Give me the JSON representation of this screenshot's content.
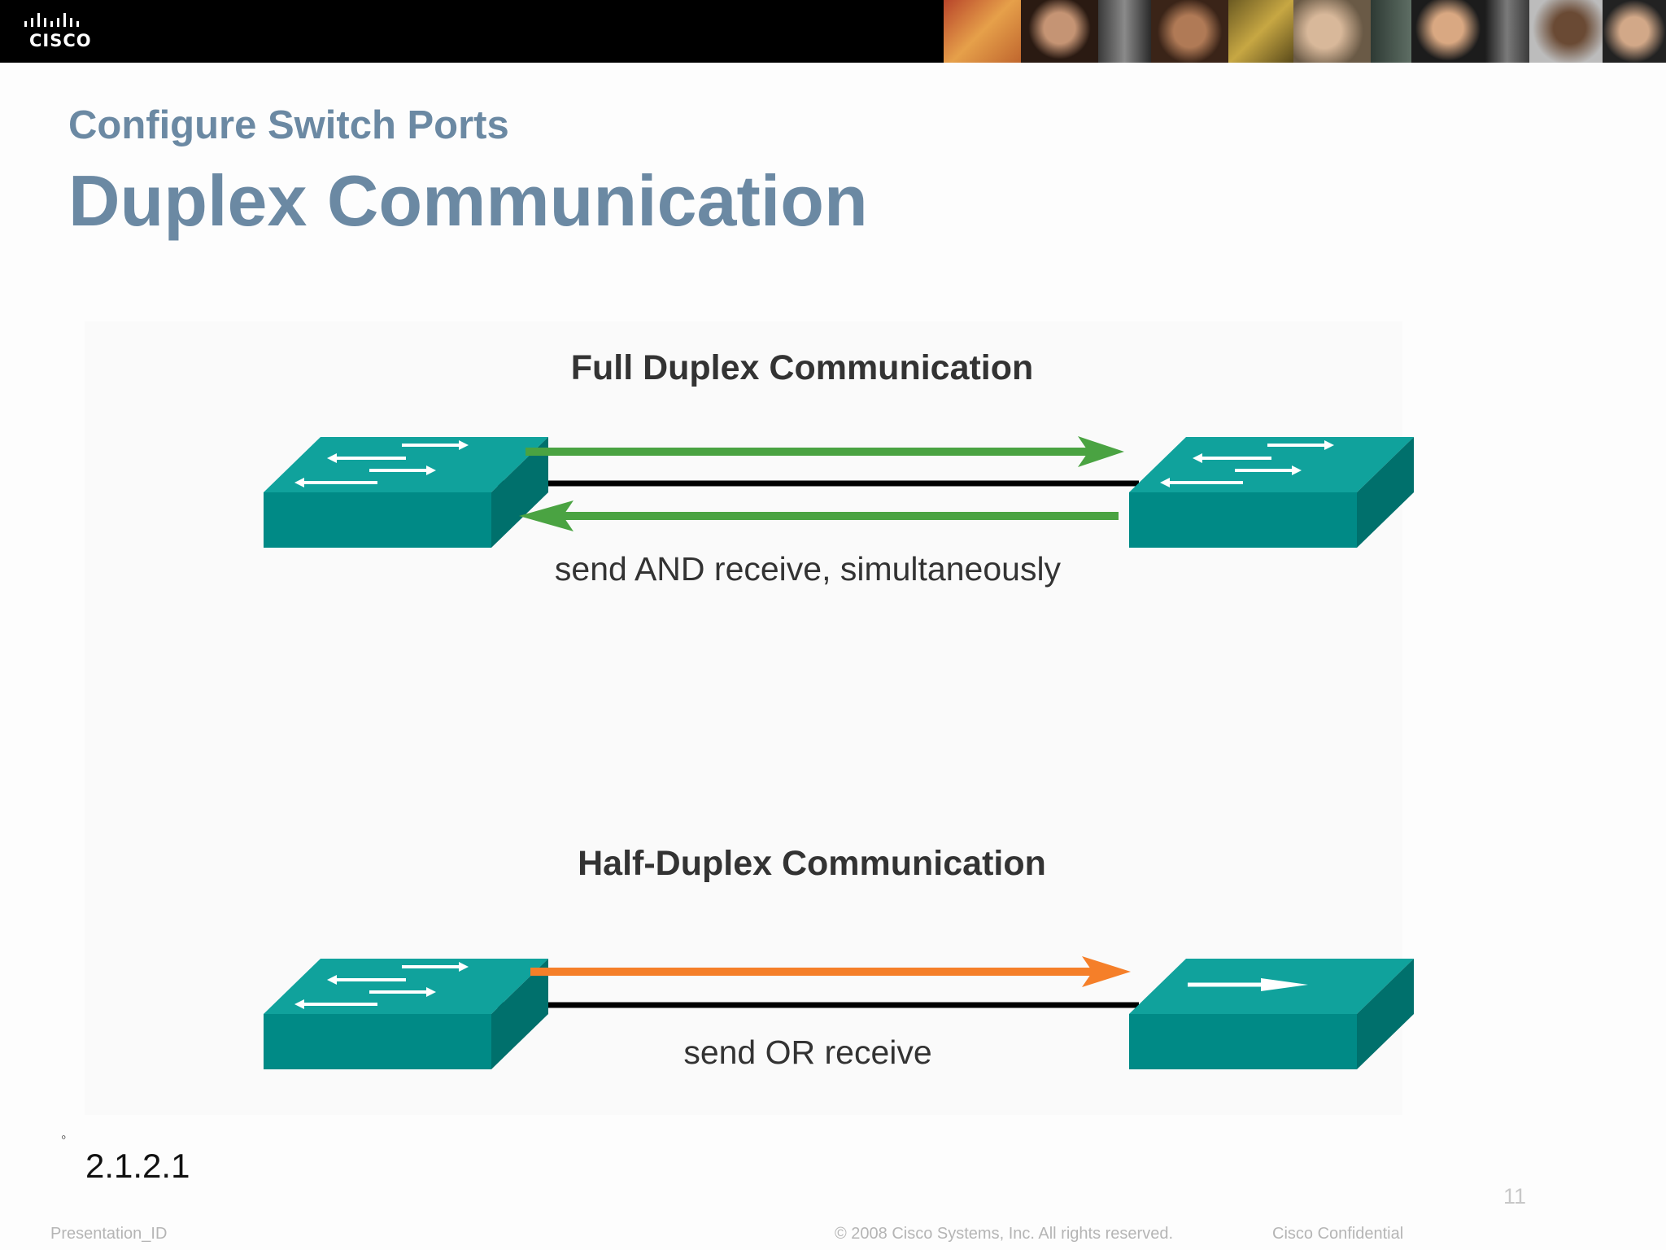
{
  "header": {
    "logo_text": "CISCO",
    "logo_icon": "cisco-bars-icon"
  },
  "slide": {
    "subtitle": "Configure Switch Ports",
    "title": "Duplex Communication"
  },
  "diagram": {
    "full_duplex": {
      "heading": "Full Duplex Communication",
      "caption": "send AND receive, simultaneously",
      "arrow_color": "#4aa342"
    },
    "half_duplex": {
      "heading": "Half-Duplex Communication",
      "caption": "send OR receive",
      "arrow_color": "#f57f29"
    },
    "switch_color": "#008b8b"
  },
  "footer": {
    "bullet": "◦",
    "section_code": "2.1.2.1",
    "page_number": "11",
    "presentation_id": "Presentation_ID",
    "copyright": "© 2008 Cisco Systems, Inc. All rights reserved.",
    "confidential": "Cisco Confidential"
  }
}
